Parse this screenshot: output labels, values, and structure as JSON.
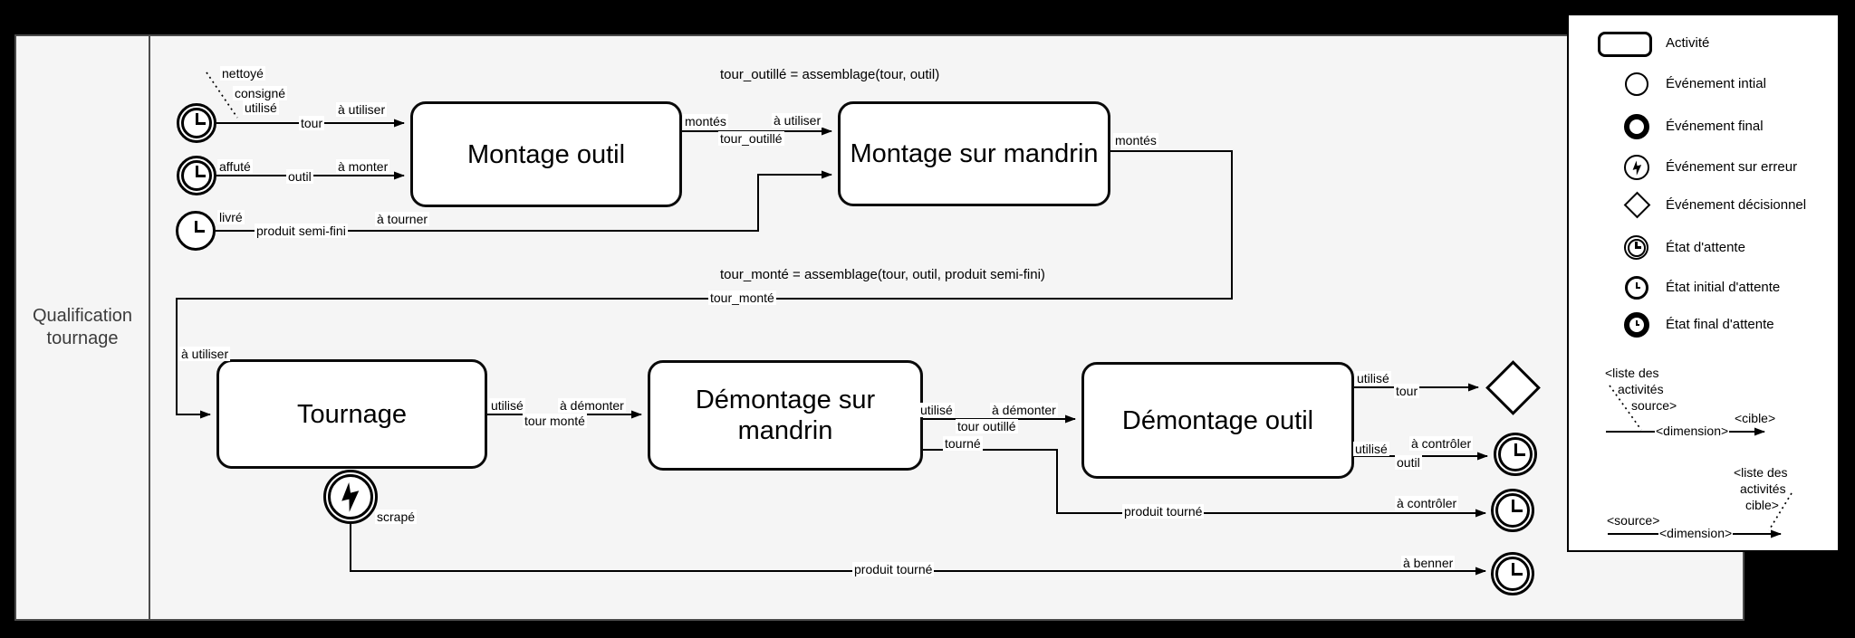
{
  "lane": {
    "title": "Qualification tournage"
  },
  "activities": {
    "montage_outil": "Montage outil",
    "montage_mandrin": "Montage sur mandrin",
    "tournage": "Tournage",
    "demontage_mandrin": "Démontage sur mandrin",
    "demontage_outil": "Démontage outil"
  },
  "annotations": {
    "assemblage_outille": "tour_outillé = assemblage(tour, outil)",
    "assemblage_monte": "tour_monté = assemblage(tour, outil, produit semi-fini)"
  },
  "labels": {
    "nettoye": "nettoyé",
    "consigne": "consigné",
    "utilise_tour_src": "utilisé",
    "tour": "tour",
    "a_utiliser_tour": "à utiliser",
    "affute": "affuté",
    "outil": "outil",
    "a_monter": "à monter",
    "livre": "livré",
    "produit_semi_fini": "produit semi-fini",
    "a_tourner": "à tourner",
    "montes_outil": "montés",
    "tour_outille": "tour_outillé",
    "a_utiliser_mandrin": "à utiliser",
    "montes_mandrin": "montés",
    "tour_monte_flow": "tour_monté",
    "a_utiliser_tournage": "à utiliser",
    "utilise_tournage": "utilisé",
    "tour_monte": "tour monté",
    "a_demonter_mandrin": "à démonter",
    "utilise_demontage": "utilisé",
    "tour_outille_2": "tour outillé",
    "a_demonter_outil": "à démonter",
    "tourne": "tourné",
    "utilise_tour_fin": "utilisé",
    "tour_fin": "tour",
    "utilise_outil_fin": "utilisé",
    "outil_fin": "outil",
    "a_controler_outil": "à contrôler",
    "produit_tourne_ctrl": "produit tourné",
    "a_controler_produit": "à contrôler",
    "scrape": "scrapé",
    "produit_tourne_benne": "produit tourné",
    "a_benner": "à benner"
  },
  "legend": {
    "items": [
      {
        "label": "Activité"
      },
      {
        "label": "Événement intial"
      },
      {
        "label": "Événement final"
      },
      {
        "label": "Événement sur erreur"
      },
      {
        "label": "Événement décisionnel"
      },
      {
        "label": "État d'attente"
      },
      {
        "label": "État initial d'attente"
      },
      {
        "label": "État final d'attente"
      }
    ],
    "annotation_source": {
      "l1": "<liste des",
      "l2": "activités",
      "l3": "source>",
      "dimension": "<dimension>",
      "cible": "<cible>"
    },
    "annotation_cible": {
      "source": "<source>",
      "dimension": "<dimension>",
      "l1": "<liste des",
      "l2": "activités",
      "l3": "cible>"
    }
  },
  "colors": {
    "canvas": "#000000",
    "pool_bg": "#f5f5f5",
    "shape_bg": "#ffffff",
    "stroke": "#000000",
    "lane_text": "#3c3c3c"
  }
}
